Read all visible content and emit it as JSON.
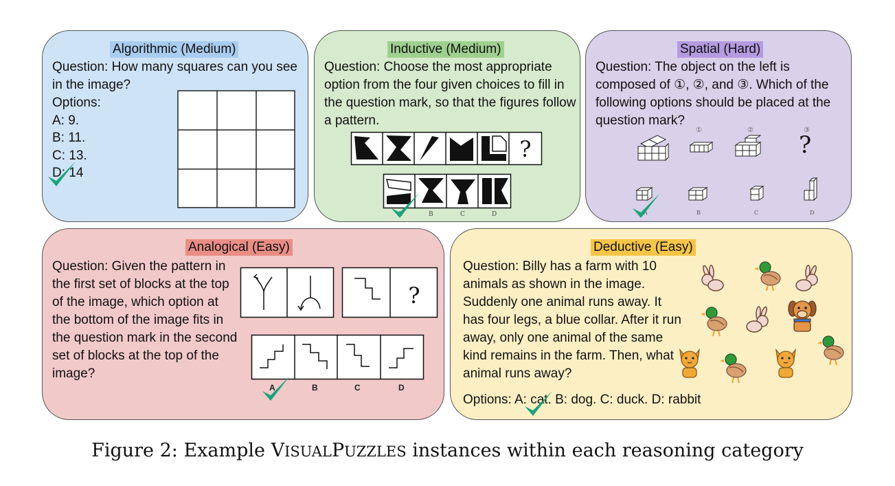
{
  "cards": {
    "algorithmic": {
      "title": "Algorithmic (Medium)",
      "color": "#cfe3f7",
      "title_highlight": "#a9ccf0",
      "question_label": "Question",
      "question_text": ": How many squares can you see in the image?",
      "options_label": "Options:",
      "options": [
        "A: 9.",
        "B: 11.",
        "C: 13.",
        "D: 14"
      ]
    },
    "inductive": {
      "title": "Inductive (Medium)",
      "color": "#d6ebcd",
      "title_highlight": "#9fd08f",
      "question_label": "Question",
      "question_text": ": Choose the most appropriate option from the four given choices to fill in the question mark, so that the figures follow a pattern.",
      "mark": "?",
      "option_letters": [
        "A",
        "B",
        "C",
        "D"
      ]
    },
    "spatial": {
      "title": "Spatial (Hard)",
      "color": "#d9d1ea",
      "title_highlight": "#b39be0",
      "question_label": "Question",
      "question_text": ": The object on the left is composed of ①, ②, and ③. Which of the following options should be placed at the question mark?",
      "part_labels": [
        "①",
        "②",
        "③"
      ],
      "mark": "?",
      "option_letters": [
        "A",
        "B",
        "C",
        "D"
      ]
    },
    "analogical": {
      "title": "Analogical (Easy)",
      "color": "#f2c9c9",
      "title_highlight": "#e88e85",
      "question_label": "Question",
      "question_text": ": Given the pattern in the first set of blocks at the top of the image, which option at the bottom of the image fits in the question mark in the second set of blocks at the top of the image?",
      "mark": "?",
      "option_letters": [
        "A",
        "B",
        "C",
        "D"
      ]
    },
    "deductive": {
      "title": "Deductive (Easy)",
      "color": "#fdefc4",
      "title_highlight": "#f6c548",
      "question_label": "Question",
      "question_text": ": Billy has a farm with 10 animals as shown in the image. Suddenly one animal runs away. It has four legs, a blue collar. After it run away, only one animal of the same kind remains in the farm. Then, what animal runs away?",
      "options_label": "Options",
      "options_text": ": A: cat. B: dog. C: duck. D: rabbit"
    }
  },
  "check_color": "#1aa37a",
  "caption": {
    "prefix": "Figure 2: Example ",
    "name_v": "V",
    "name_isual": "ISUAL",
    "name_p": "P",
    "name_uzzles": "UZZLES",
    "suffix": " instances within each reasoning category"
  }
}
